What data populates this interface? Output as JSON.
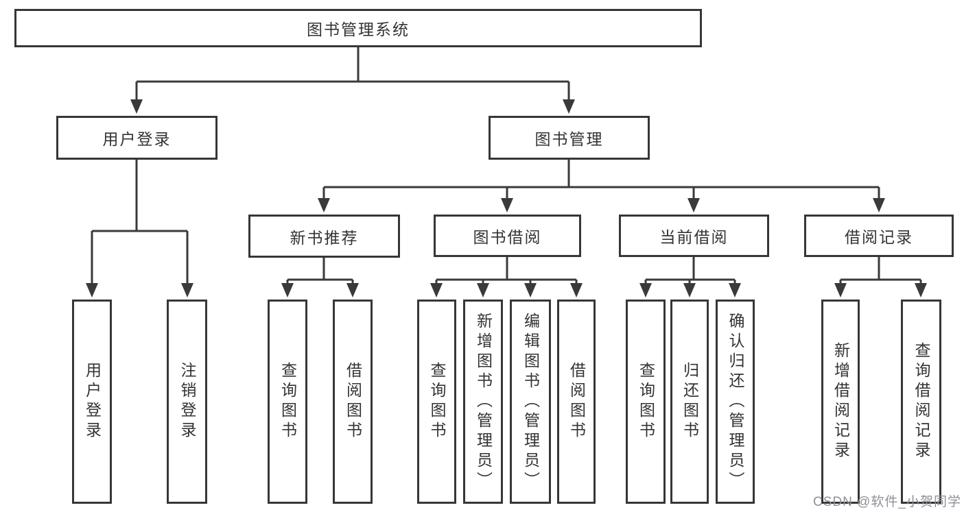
{
  "tree": {
    "label": "图书管理系统",
    "children": [
      {
        "label": "用户登录",
        "children": [
          {
            "label": "用户登录"
          },
          {
            "label": "注销登录"
          }
        ]
      },
      {
        "label": "图书管理",
        "children": [
          {
            "label": "新书推荐",
            "children": [
              {
                "label": "查询图书"
              },
              {
                "label": "借阅图书"
              }
            ]
          },
          {
            "label": "图书借阅",
            "children": [
              {
                "label": "查询图书"
              },
              {
                "label": "新增图书（管理员）"
              },
              {
                "label": "编辑图书（管理员）"
              },
              {
                "label": "借阅图书"
              }
            ]
          },
          {
            "label": "当前借阅",
            "children": [
              {
                "label": "查询图书"
              },
              {
                "label": "归还图书"
              },
              {
                "label": "确认归还（管理员）"
              }
            ]
          },
          {
            "label": "借阅记录",
            "children": [
              {
                "label": "新增借阅记录"
              },
              {
                "label": "查询借阅记录"
              }
            ]
          }
        ]
      }
    ]
  },
  "watermark": "CSDN @软件_小贺同学",
  "colors": {
    "line": "#3a3a3a",
    "border": "#363636",
    "text": "#333333",
    "watermark_text": "#8f8f97",
    "background": "#ffffff"
  }
}
